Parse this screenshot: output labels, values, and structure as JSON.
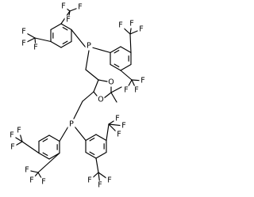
{
  "molecule": {
    "labels": {
      "fluorine": "F",
      "phosphorus": "P",
      "oxygen": "O"
    }
  }
}
